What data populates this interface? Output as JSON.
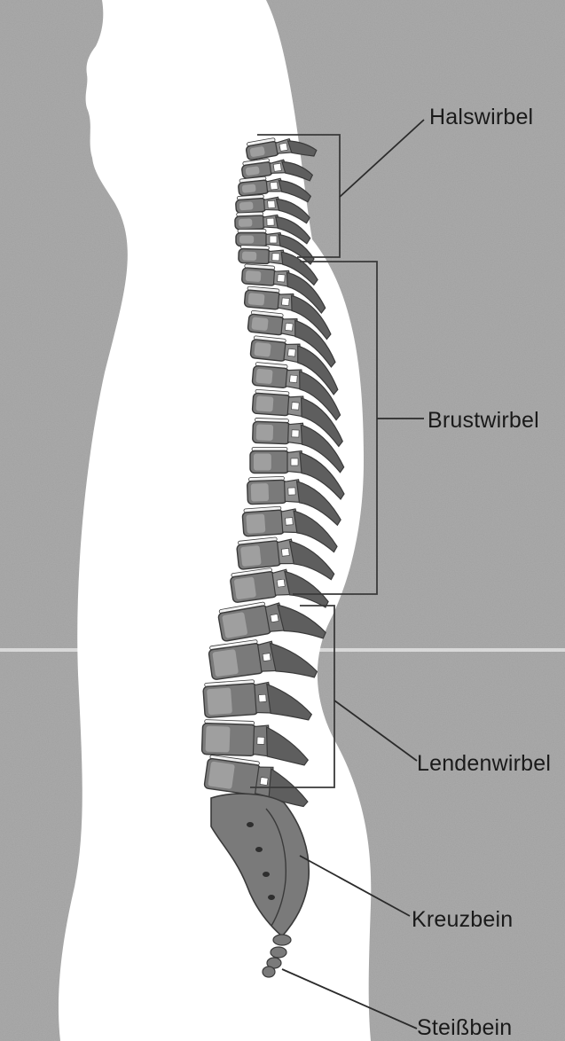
{
  "labels": {
    "cervical": "Halswirbel",
    "thoracic": "Brustwirbel",
    "lumbar": "Lendenwirbel",
    "sacrum": "Kreuzbein",
    "coccyx": "Steißbein"
  },
  "colors": {
    "background_grain": "#a6a6a6",
    "silhouette": "#ffffff",
    "bone_dark": "#3a3a3a",
    "bone_mid": "#7a7a7a",
    "bone_light": "#bdbdbd",
    "disc": "#f2f2f2",
    "lines": "#2b2b2b",
    "text": "#1a1a1a"
  }
}
